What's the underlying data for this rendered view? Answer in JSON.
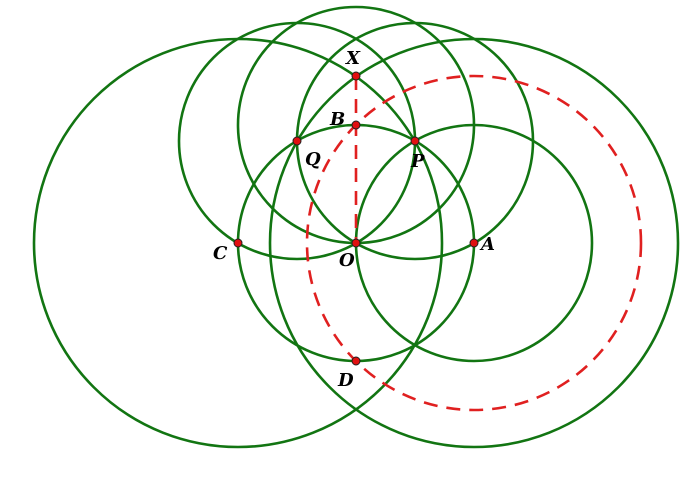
{
  "diagram": {
    "colors": {
      "circle": "#127512",
      "construction": "#e02020",
      "point_fill": "#e01010",
      "label": "#000000"
    },
    "points": [
      {
        "id": "X",
        "label": "X"
      },
      {
        "id": "B",
        "label": "B"
      },
      {
        "id": "Q",
        "label": "Q"
      },
      {
        "id": "P",
        "label": "P"
      },
      {
        "id": "C",
        "label": "C"
      },
      {
        "id": "O",
        "label": "O"
      },
      {
        "id": "A",
        "label": "A"
      },
      {
        "id": "D",
        "label": "D"
      }
    ]
  }
}
